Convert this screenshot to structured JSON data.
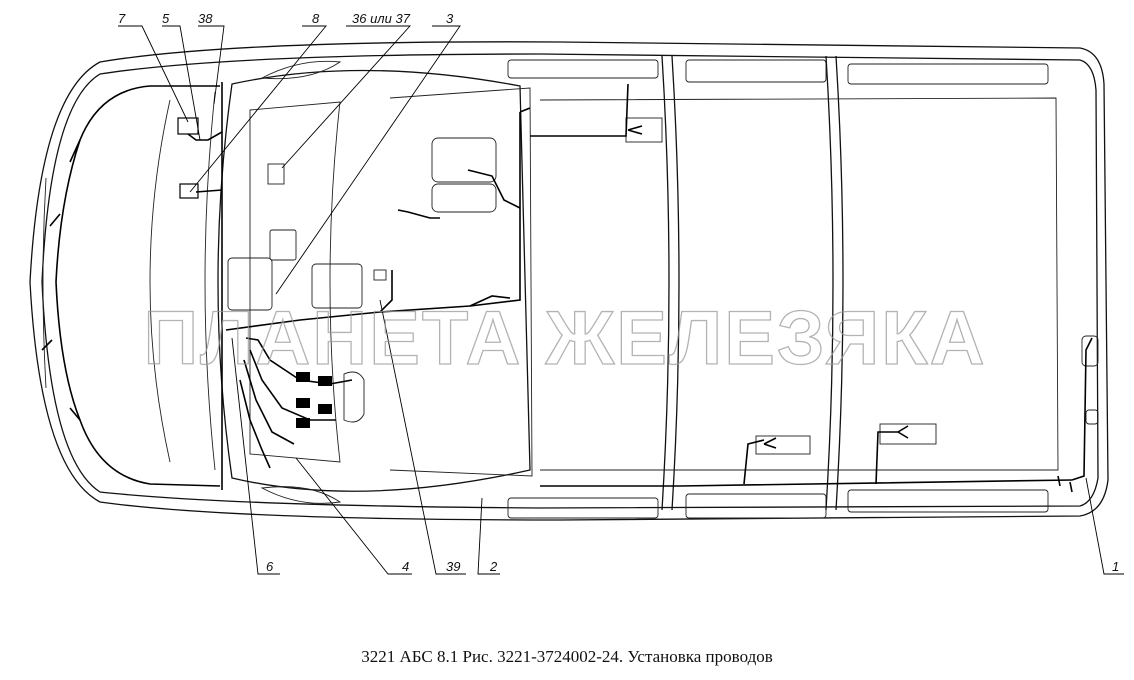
{
  "figure": {
    "caption": "3221 АБС 8.1 Рис. 3221-3724002-24. Установка проводов",
    "watermark": "ПЛАНЕТА ЖЕЛЕЗЯКА"
  },
  "callouts_top": [
    {
      "id": "7",
      "label": "7"
    },
    {
      "id": "5",
      "label": "5"
    },
    {
      "id": "38",
      "label": "38"
    },
    {
      "id": "8",
      "label": "8"
    },
    {
      "id": "36-37",
      "label": "36 или 37"
    },
    {
      "id": "3",
      "label": "3"
    }
  ],
  "callouts_bottom": [
    {
      "id": "6",
      "label": "6"
    },
    {
      "id": "4",
      "label": "4"
    },
    {
      "id": "39",
      "label": "39"
    },
    {
      "id": "2",
      "label": "2"
    },
    {
      "id": "1",
      "label": "1"
    }
  ]
}
